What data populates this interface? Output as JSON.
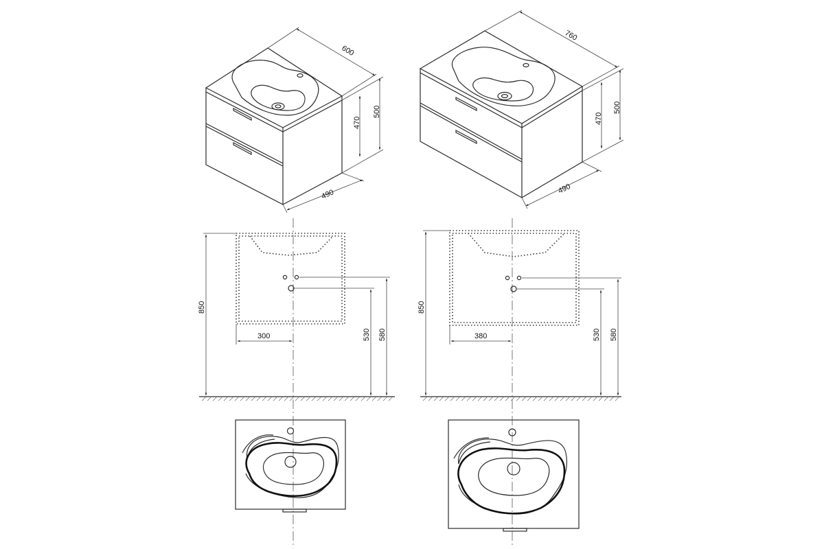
{
  "left_unit": {
    "iso": {
      "width": "600",
      "total_height": "500",
      "cabinet_height": "470",
      "depth": "490"
    },
    "elevation": {
      "mount_height": "850",
      "drain_height": "530",
      "valves_height": "580",
      "drain_offset": "300"
    }
  },
  "right_unit": {
    "iso": {
      "width": "760",
      "total_height": "500",
      "cabinet_height": "470",
      "depth": "490"
    },
    "elevation": {
      "mount_height": "850",
      "drain_height": "530",
      "valves_height": "580",
      "drain_offset": "380"
    }
  },
  "icons": {
    "drain": "drain-icon",
    "tap_hole": "tap-hole-icon",
    "handle": "drawer-handle-icon"
  }
}
